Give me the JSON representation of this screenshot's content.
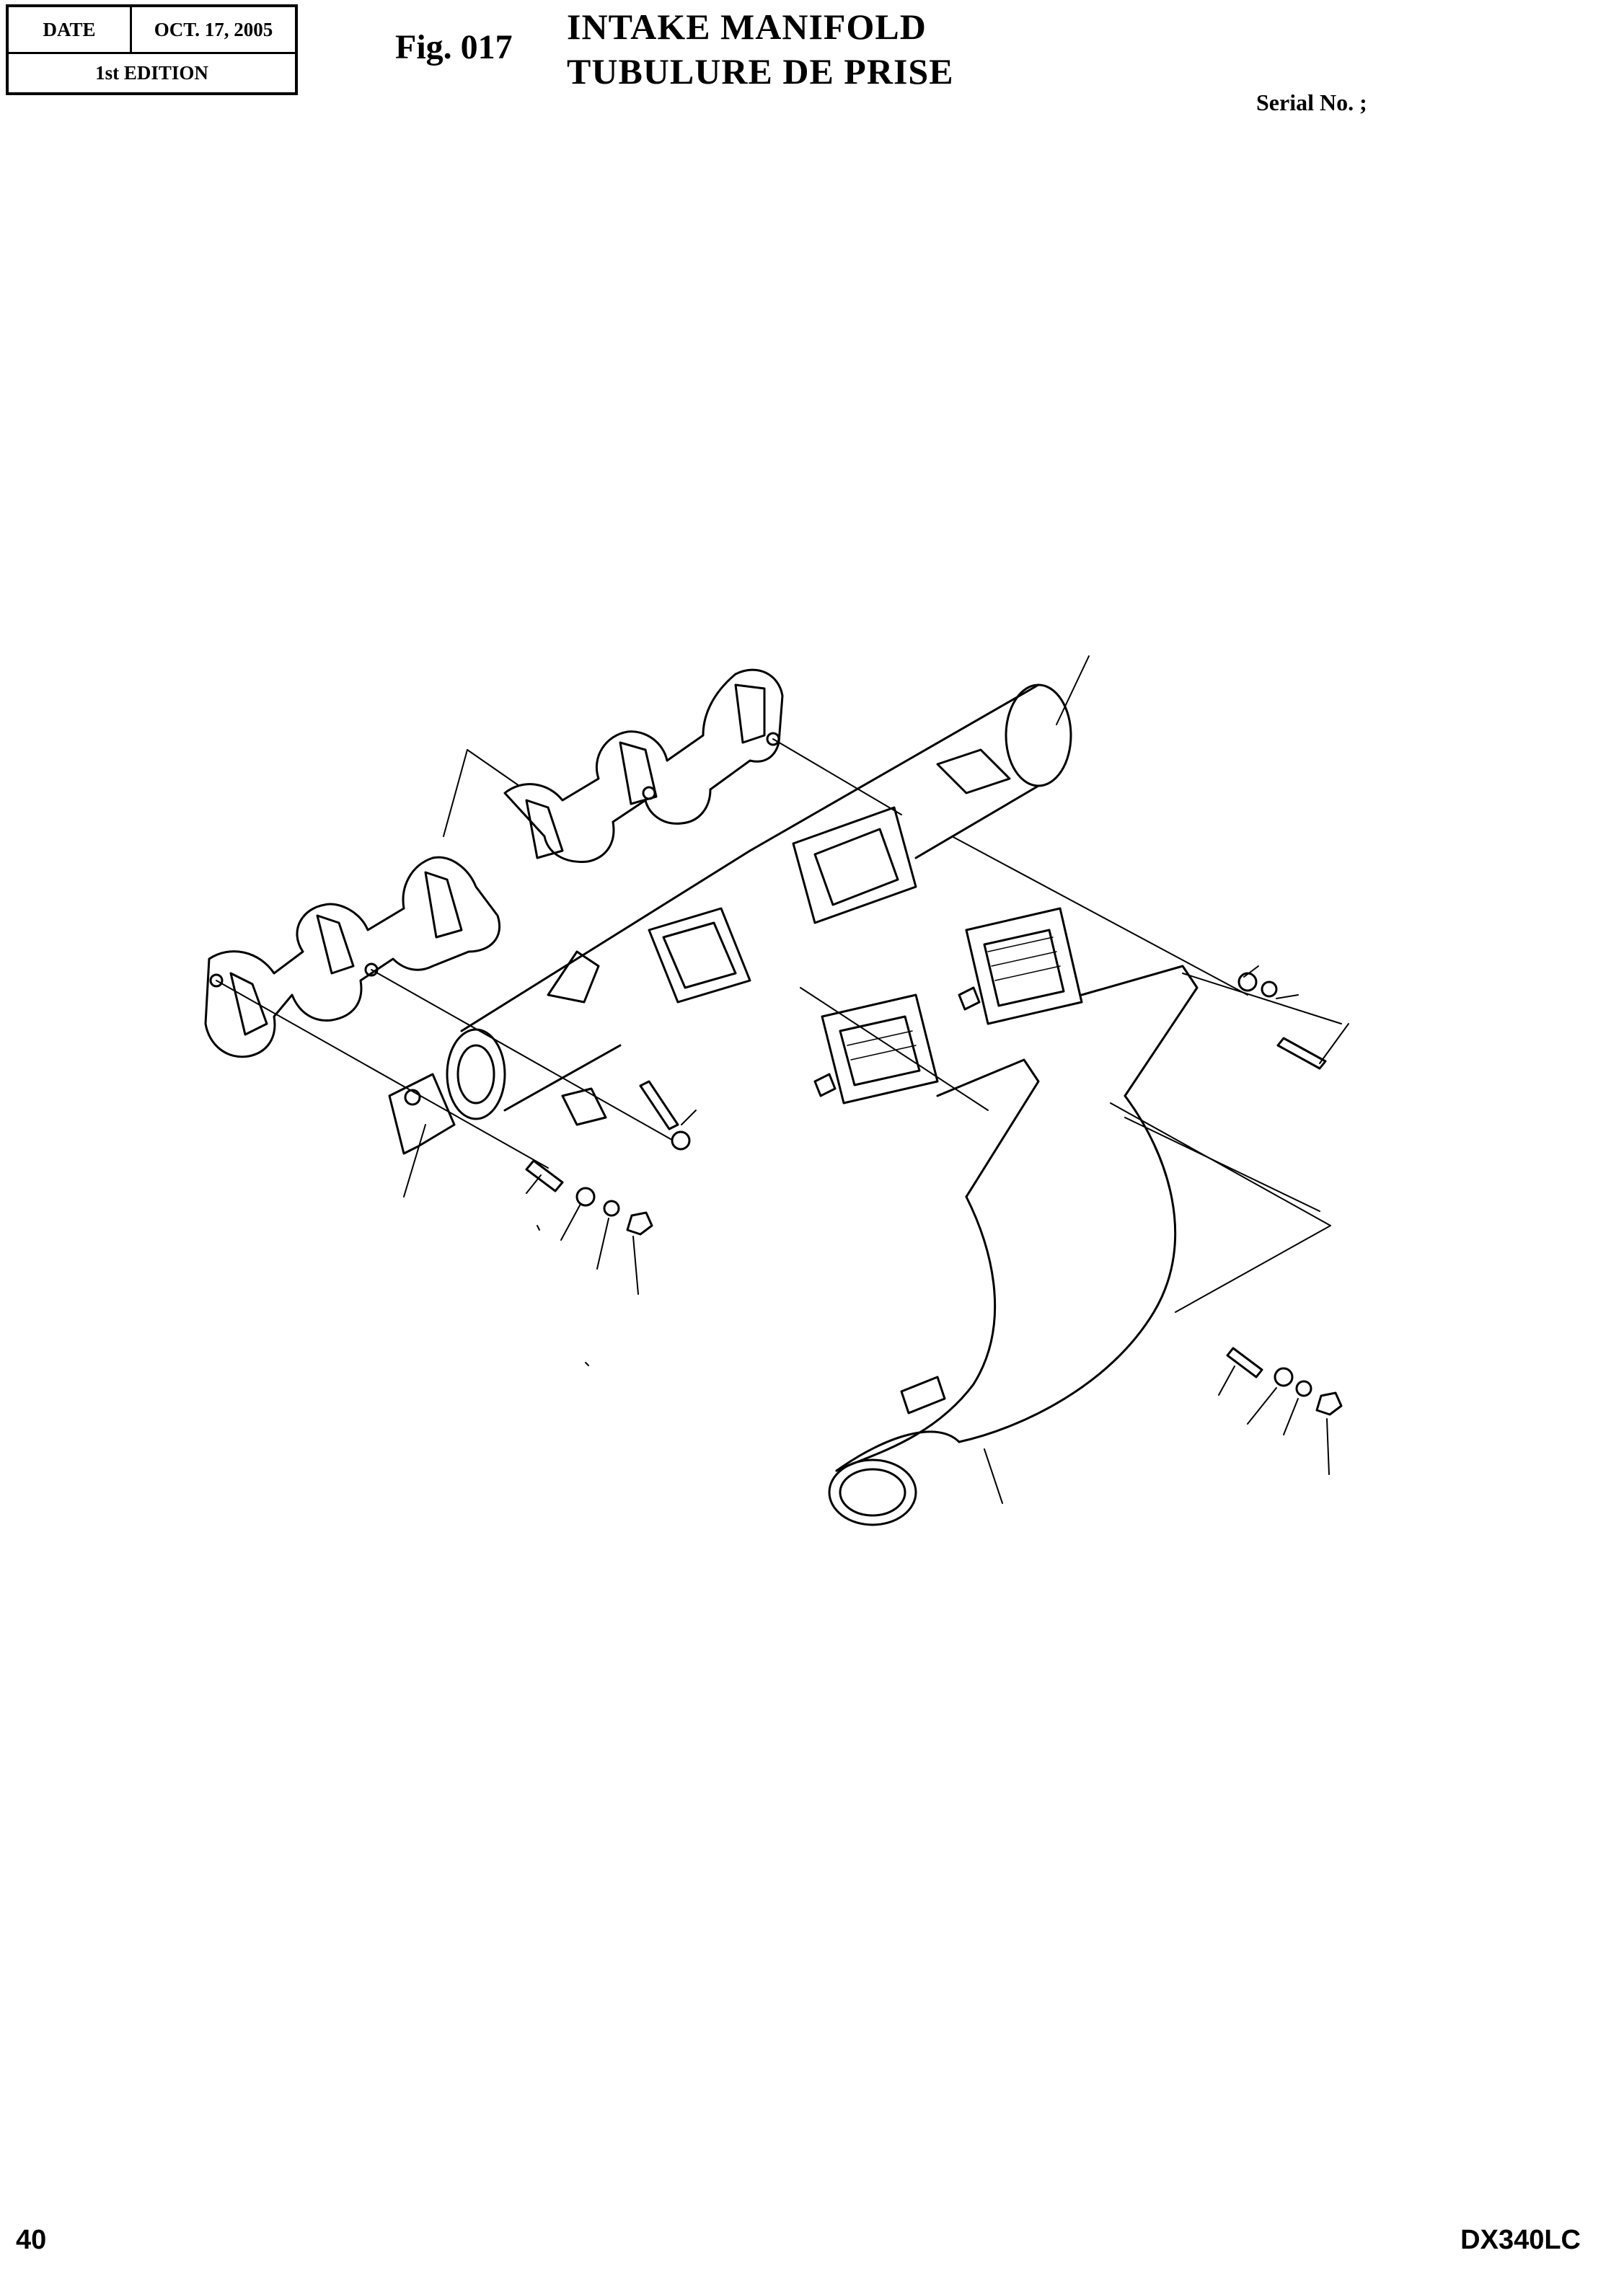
{
  "header": {
    "date_label": "DATE",
    "date_value": "OCT. 17, 2005",
    "edition": "1st EDITION",
    "figure": "Fig. 017",
    "title_en": "INTAKE MANIFOLD",
    "title_fr": "TUBULURE DE PRISE",
    "serial": "Serial No. ;"
  },
  "footer": {
    "page_number": "40",
    "model": "DX340LC"
  }
}
